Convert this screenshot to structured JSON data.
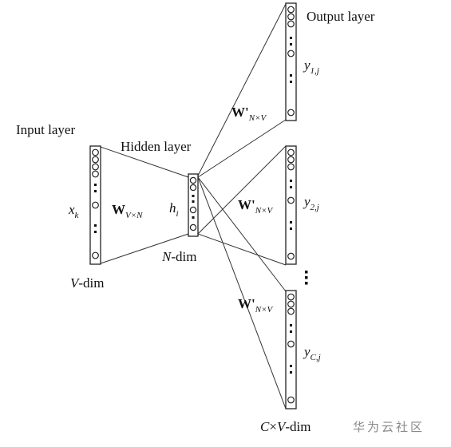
{
  "labels": {
    "input_layer": "Input layer",
    "hidden_layer": "Hidden layer",
    "output_layer": "Output layer",
    "v_dim_v": "V",
    "v_dim_rest": "-dim",
    "n_dim_n": "N",
    "n_dim_rest": "-dim",
    "cv_dim_c": "C",
    "cv_dim_times": "×",
    "cv_dim_v": "V",
    "cv_dim_rest": "-dim",
    "x_main": "x",
    "x_sub": "k",
    "h_main": "h",
    "h_sub": "i",
    "w_in_main": "W",
    "w_in_sub": "V×N",
    "w_out_main": "W'",
    "w_out_sub": "N×V",
    "y1_main": "y",
    "y1_sub": "1,j",
    "y2_main": "y",
    "y2_sub": "2,j",
    "yc_main": "y",
    "yc_sub": "C,j",
    "between_dots": "⋮"
  },
  "watermark": "华为云社区",
  "colors": {
    "ink": "#222222",
    "watermark": "#8a8a8a",
    "background": "#ffffff"
  }
}
